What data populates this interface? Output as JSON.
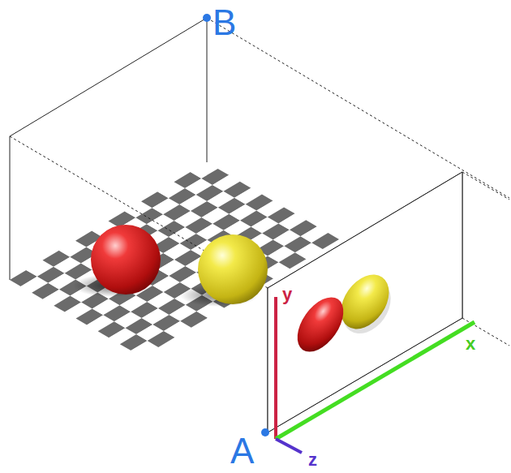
{
  "diagram": {
    "labels": [
      "B",
      "y",
      "x",
      "A",
      "z"
    ]
  }
}
